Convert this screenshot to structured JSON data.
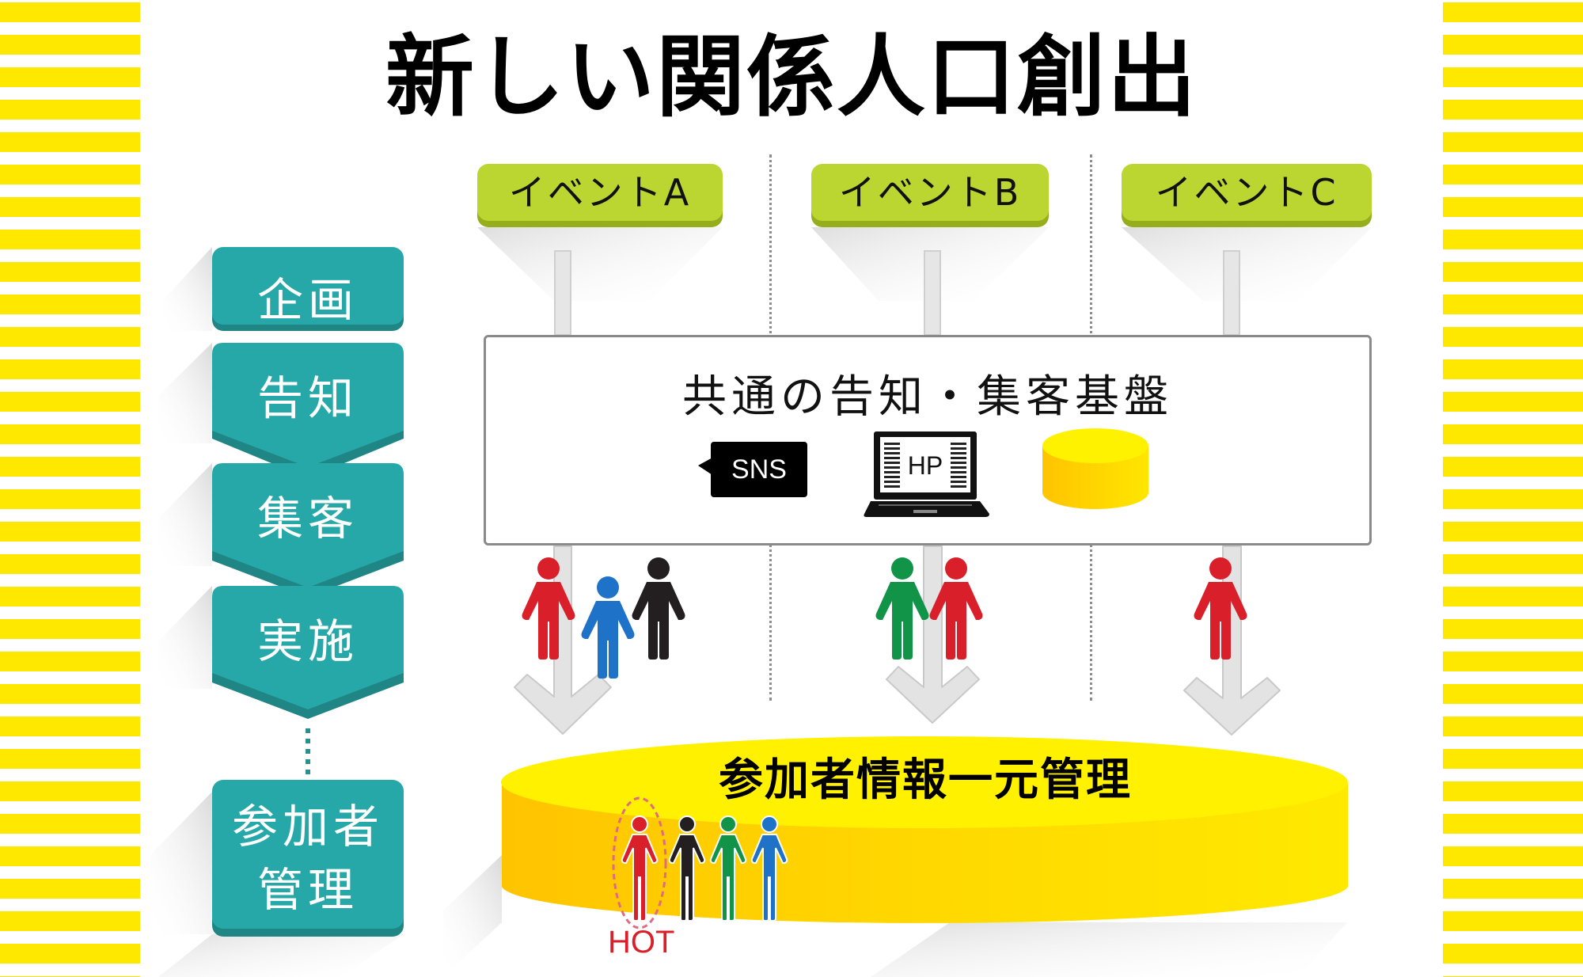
{
  "title": "新しい関係人口創出",
  "colors": {
    "stripe_yellow": "#ffe800",
    "step_teal": "#27a8a8",
    "event_green": "#bcd631",
    "db_yellow": "#ffe100",
    "person_red": "#d9202a",
    "person_blue": "#1e73c8",
    "person_black": "#231f20",
    "person_green": "#119447"
  },
  "steps": [
    {
      "label": "企画"
    },
    {
      "label": "告知"
    },
    {
      "label": "集客"
    },
    {
      "label": "実施"
    },
    {
      "label": "参加者",
      "label2": "管理"
    }
  ],
  "steps_ellipsis": "⋮",
  "events": [
    {
      "label": "イベントA",
      "people": [
        "red",
        "blue",
        "black"
      ]
    },
    {
      "label": "イベントB",
      "people": [
        "green",
        "red"
      ]
    },
    {
      "label": "イベントC",
      "people": [
        "red"
      ]
    }
  ],
  "platform": {
    "title": "共通の告知・集客基盤",
    "icons": [
      {
        "name": "sns-bubble-icon",
        "label": "SNS"
      },
      {
        "name": "laptop-hp-icon",
        "label": "HP"
      },
      {
        "name": "database-cylinder-icon",
        "label": ""
      }
    ]
  },
  "database": {
    "title": "参加者情報一元管理",
    "people": [
      "red",
      "black",
      "green",
      "blue"
    ],
    "hot_label": "HOT"
  }
}
